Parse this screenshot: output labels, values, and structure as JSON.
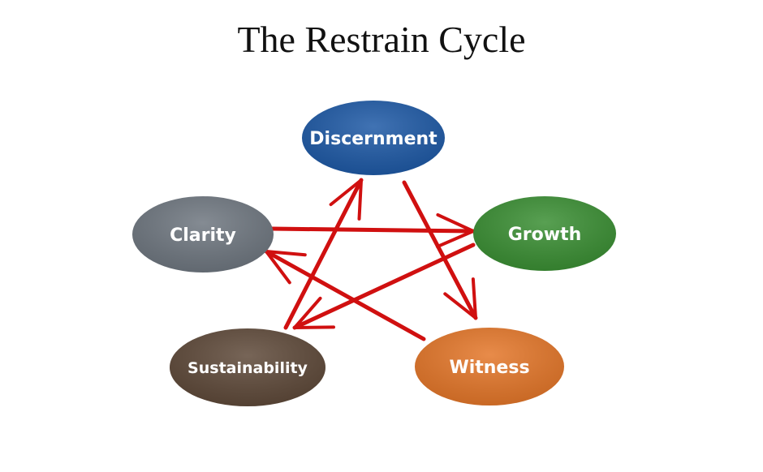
{
  "title": "The Restrain Cycle",
  "nodes": [
    {
      "id": "discernment",
      "label": "Discernment",
      "color": "#1f5aa6"
    },
    {
      "id": "growth",
      "label": "Growth",
      "color": "#3b8f34"
    },
    {
      "id": "witness",
      "label": "Witness",
      "color": "#e4772a"
    },
    {
      "id": "sustainability",
      "label": "Sustainability",
      "color": "#5f4a3a"
    },
    {
      "id": "clarity",
      "label": "Clarity",
      "color": "#6f7780"
    }
  ],
  "edges": [
    {
      "from": "clarity",
      "to": "growth"
    },
    {
      "from": "growth",
      "to": "sustainability"
    },
    {
      "from": "sustainability",
      "to": "discernment"
    },
    {
      "from": "discernment",
      "to": "witness"
    },
    {
      "from": "witness",
      "to": "clarity"
    }
  ],
  "arrow_color": "#d01010"
}
